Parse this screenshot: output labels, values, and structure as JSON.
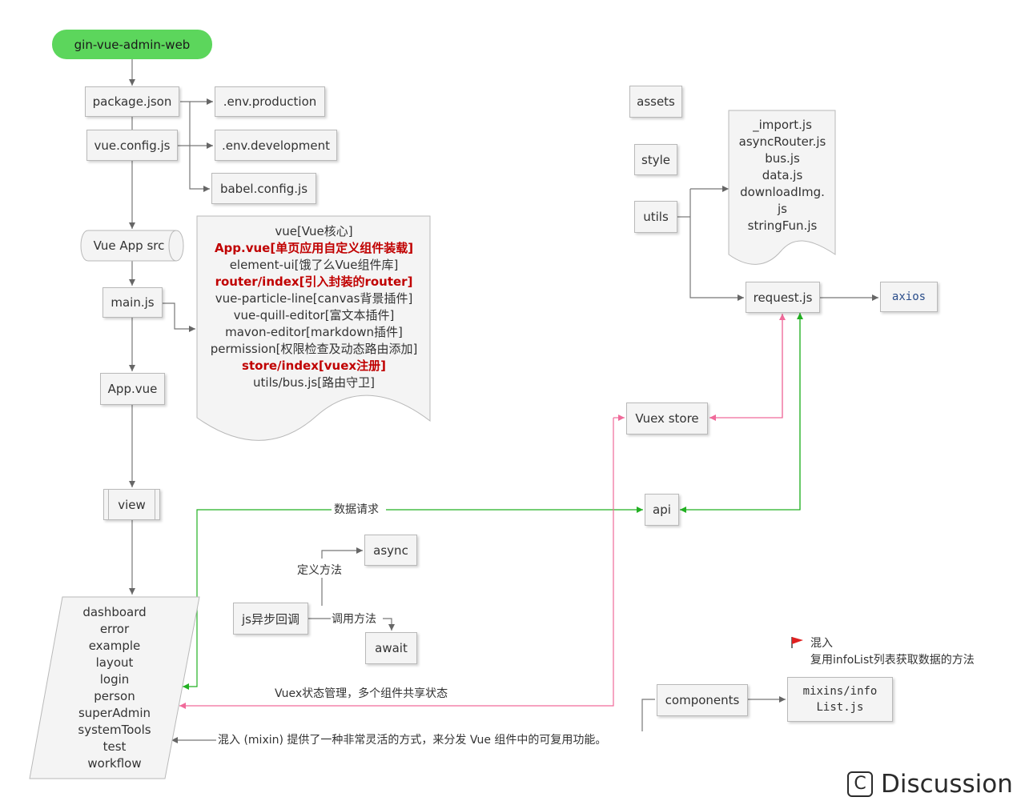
{
  "nodes": {
    "root": "gin-vue-admin-web",
    "package_json": "package.json",
    "vue_config": "vue.config.js",
    "env_production": ".env.production",
    "env_development": ".env.development",
    "babel_config": "babel.config.js",
    "vue_app_src": "Vue App src",
    "main_js": "main.js",
    "app_vue": "App.vue",
    "view": "view",
    "assets": "assets",
    "style": "style",
    "utils": "utils",
    "request_js": "request.js",
    "axios": "axios",
    "vuex_store": "Vuex store",
    "api": "api",
    "async": "async",
    "await": "await",
    "js_async_callback": "js异步回调",
    "components": "components",
    "mixins_info_list": [
      "mixins/info",
      "List.js"
    ]
  },
  "main_doc_lines": [
    {
      "text": "vue[Vue核心]",
      "highlight": false
    },
    {
      "text": "App.vue[单页应用自定义组件装载]",
      "highlight": true
    },
    {
      "text": "element-ui[饿了么Vue组件库]",
      "highlight": false
    },
    {
      "text": "router/index[引入封装的router]",
      "highlight": true
    },
    {
      "text": "vue-particle-line[canvas背景插件]",
      "highlight": false
    },
    {
      "text": "vue-quill-editor[富文本插件]",
      "highlight": false
    },
    {
      "text": "mavon-editor[markdown插件]",
      "highlight": false
    },
    {
      "text": "permission[权限检查及动态路由添加]",
      "highlight": false
    },
    {
      "text": "store/index[vuex注册]",
      "highlight": true
    },
    {
      "text": "utils/bus.js[路由守卫]",
      "highlight": false
    }
  ],
  "utils_files": [
    "_import.js",
    "asyncRouter.js",
    "bus.js",
    "data.js",
    "downloadImg.",
    "js",
    "stringFun.js"
  ],
  "view_pages": [
    "dashboard",
    "error",
    "example",
    "layout",
    "login",
    "person",
    "superAdmin",
    "systemTools",
    "test",
    "workflow"
  ],
  "edge_labels": {
    "data_request": "数据请求",
    "define_method": "定义方法",
    "call_method": "调用方法",
    "vuex_state": "Vuex状态管理，多个组件共享状态",
    "mixin_desc": "混入 (mixin) 提供了一种非常灵活的方式，来分发 Vue 组件中的可复用功能。"
  },
  "note": {
    "title": "混入",
    "body": "复用infoList列表获取数据的方法",
    "icon": "red-flag-icon"
  },
  "brand": {
    "text": "Discussion",
    "icon": "C"
  },
  "colors": {
    "root_fill": "#5cd65c",
    "highlight_text": "#c00000",
    "green_link": "#22b022",
    "pink_link": "#f06a9a",
    "gray_link": "#777777"
  }
}
